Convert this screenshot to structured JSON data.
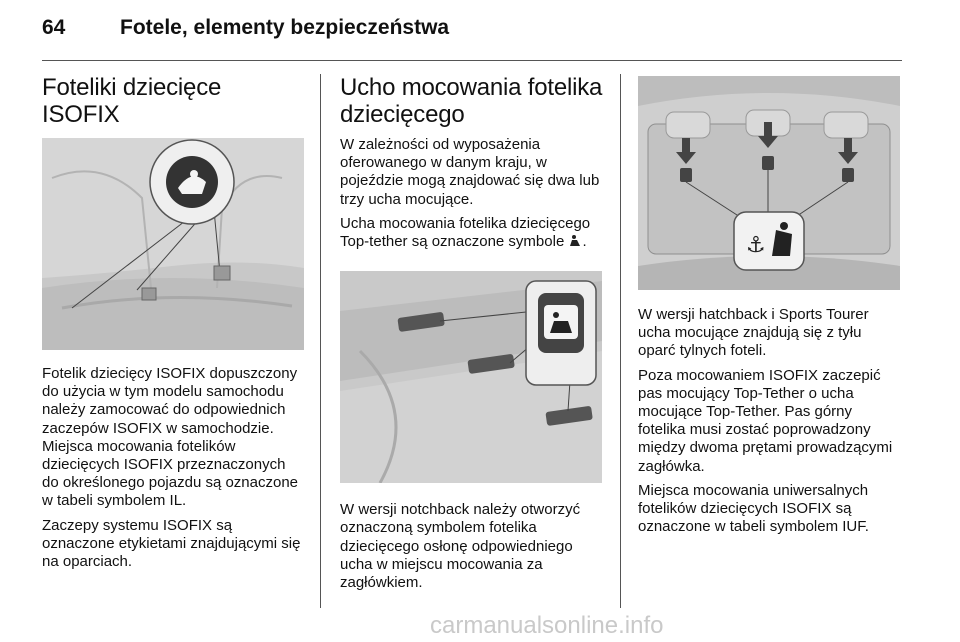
{
  "header": {
    "page_number": "64",
    "chapter_title": "Fotele, elementy bezpieczeństwa"
  },
  "col1": {
    "heading": "Foteliki dziecięce ISOFIX",
    "paragraphs": [
      "Fotelik dziecięcy ISOFIX dopuszczony do użycia w tym modelu samochodu należy zamocować do odpowiednich zaczepów ISOFIX w samochodzie. Miejsca mocowania fotelików dziecięcych ISOFIX przeznaczonych do określonego pojazdu są oznaczone w tabeli symbolem IL.",
      "Zaczepy systemu ISOFIX są oznaczone etykietami znajdującymi się na oparciach."
    ]
  },
  "col2": {
    "heading_line1": "Ucho mocowania fotelika",
    "heading_line2": "dziecięcego",
    "paragraphs": [
      "W zależności od wyposażenia oferowanego w danym kraju, w pojeździe mogą znajdować się dwa lub trzy ucha mocujące.",
      "Ucha mocowania fotelika dziecięcego Top-tether są oznaczone symbole"
    ],
    "symbol_suffix": ".",
    "caption": "W wersji notchback należy otworzyć oznaczoną symbolem fotelika dziecięcego osłonę odpowiedniego ucha w miejscu mocowania za zagłówkiem."
  },
  "col3": {
    "paragraphs": [
      "W wersji hatchback i Sports Tourer ucha mocujące znajdują się z tyłu oparć tylnych foteli.",
      "Poza mocowaniem ISOFIX zaczepić pas mocujący Top-Tether o ucha mocujące Top-Tether. Pas górny fotelika musi zostać poprowadzony między dwoma prętami prowadzącymi zagłówka.",
      "Miejsca mocowania uniwersalnych fotelików dziecięcych ISOFIX są oznaczone w tabeli symbolem IUF."
    ]
  },
  "watermark": "carmanualsonline.info",
  "icons": [
    "isofix-child-seat-icon",
    "top-tether-anchor-icon"
  ]
}
